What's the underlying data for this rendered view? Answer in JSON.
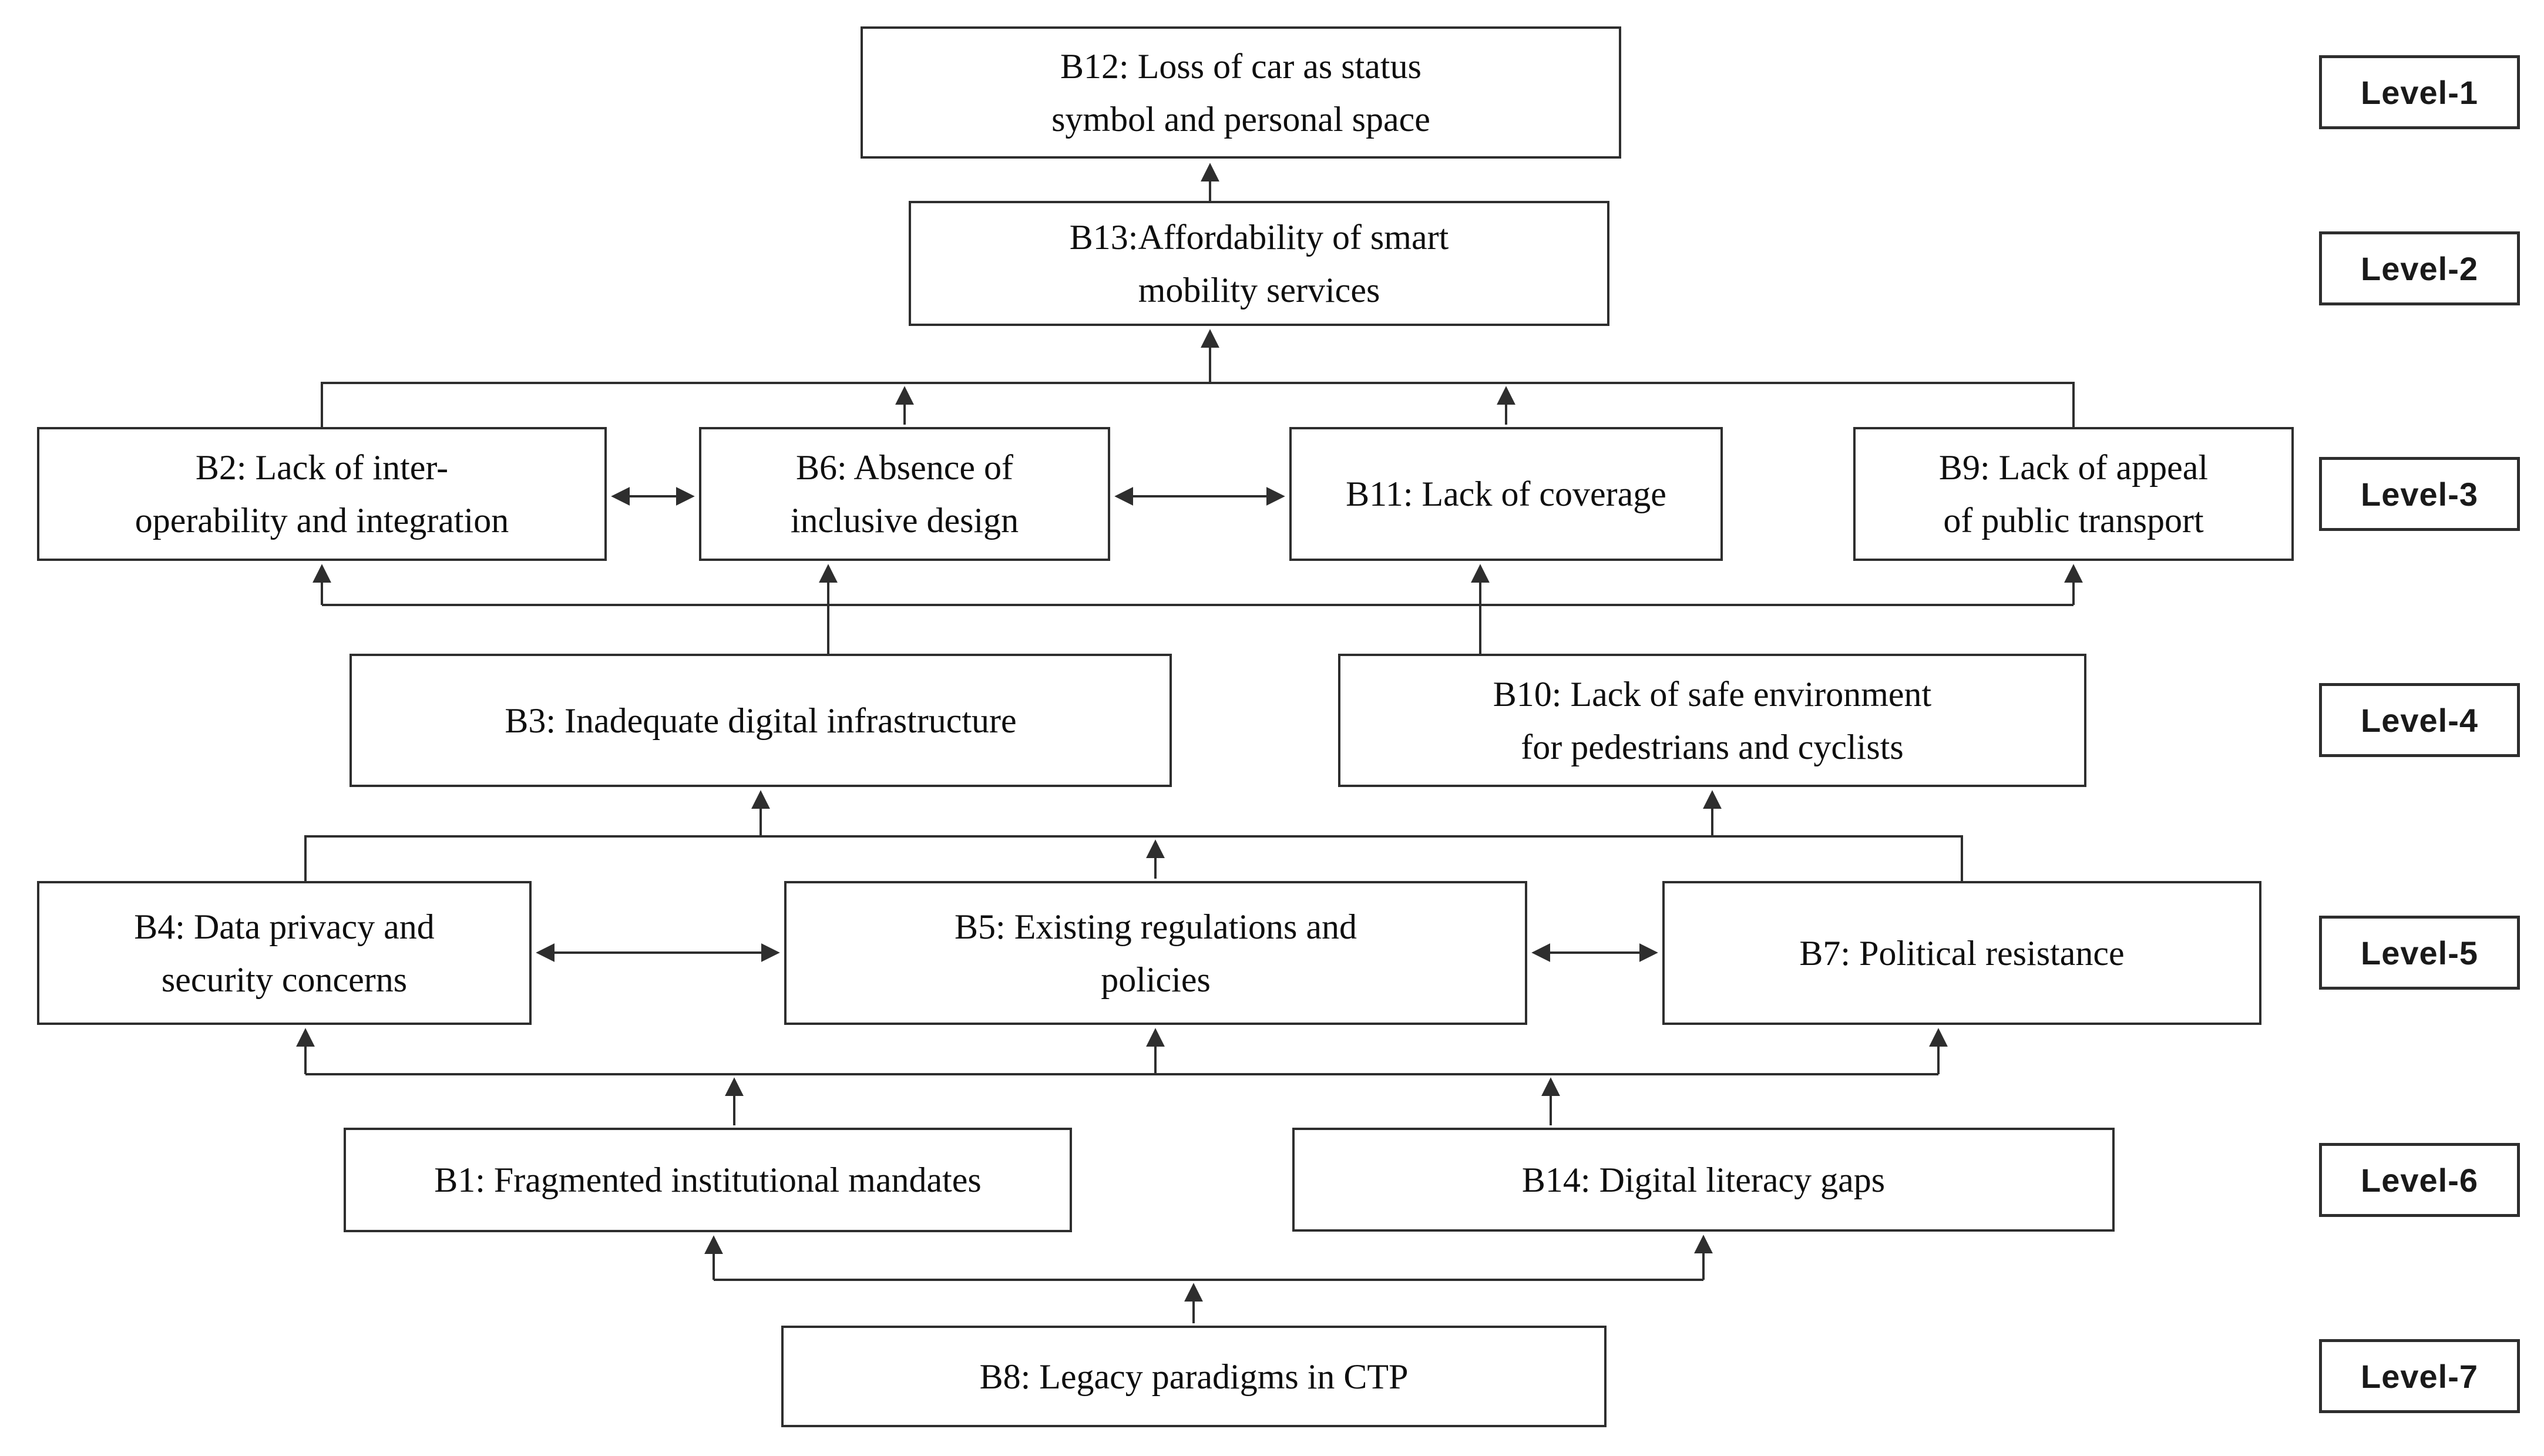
{
  "colors": {
    "background": "#ffffff",
    "ink": "#2e2e2e",
    "text": "#0f0f0f"
  },
  "nodes": {
    "b12": {
      "id": "B12",
      "level": 1,
      "label": "B12: Loss of car as status\nsymbol and personal space"
    },
    "b13": {
      "id": "B13",
      "level": 2,
      "label": "B13:Affordability of smart\nmobility services"
    },
    "b2": {
      "id": "B2",
      "level": 3,
      "label": "B2: Lack of inter-\noperability and integration"
    },
    "b6": {
      "id": "B6",
      "level": 3,
      "label": "B6: Absence of\ninclusive design"
    },
    "b11": {
      "id": "B11",
      "level": 3,
      "label": "B11: Lack of coverage"
    },
    "b9": {
      "id": "B9",
      "level": 3,
      "label": "B9: Lack of appeal\nof public transport"
    },
    "b3": {
      "id": "B3",
      "level": 4,
      "label": "B3: Inadequate digital infrastructure"
    },
    "b10": {
      "id": "B10",
      "level": 4,
      "label": "B10: Lack of safe environment\nfor pedestrians and cyclists"
    },
    "b4": {
      "id": "B4",
      "level": 5,
      "label": "B4: Data privacy and\nsecurity concerns"
    },
    "b5": {
      "id": "B5",
      "level": 5,
      "label": "B5: Existing regulations and\npolicies"
    },
    "b7": {
      "id": "B7",
      "level": 5,
      "label": "B7: Political resistance"
    },
    "b1": {
      "id": "B1",
      "level": 6,
      "label": "B1: Fragmented institutional mandates"
    },
    "b14": {
      "id": "B14",
      "level": 6,
      "label": "B14: Digital literacy gaps"
    },
    "b8": {
      "id": "B8",
      "level": 7,
      "label": "B8: Legacy paradigms in CTP"
    }
  },
  "levels": [
    {
      "label": "Level-1"
    },
    {
      "label": "Level-2"
    },
    {
      "label": "Level-3"
    },
    {
      "label": "Level-4"
    },
    {
      "label": "Level-5"
    },
    {
      "label": "Level-6"
    },
    {
      "label": "Level-7"
    }
  ],
  "edges": [
    {
      "type": "arrow",
      "from": [
        "B13"
      ],
      "to": [
        "B12"
      ]
    },
    {
      "type": "bus-arrow",
      "from": [
        "B2",
        "B6",
        "B11",
        "B9"
      ],
      "to": [
        "B13"
      ]
    },
    {
      "type": "bus-arrow",
      "from": [
        "B3",
        "B10"
      ],
      "to": [
        "B2",
        "B6",
        "B11",
        "B9"
      ]
    },
    {
      "type": "bus-arrow",
      "from": [
        "B4",
        "B5",
        "B7"
      ],
      "to": [
        "B3",
        "B10"
      ]
    },
    {
      "type": "bus-arrow",
      "from": [
        "B1",
        "B14"
      ],
      "to": [
        "B4",
        "B5",
        "B7"
      ]
    },
    {
      "type": "bus-arrow",
      "from": [
        "B8"
      ],
      "to": [
        "B1",
        "B14"
      ]
    },
    {
      "type": "bidirectional",
      "between": [
        "B2",
        "B6"
      ]
    },
    {
      "type": "bidirectional",
      "between": [
        "B6",
        "B11"
      ]
    },
    {
      "type": "bidirectional",
      "between": [
        "B4",
        "B5"
      ]
    },
    {
      "type": "bidirectional",
      "between": [
        "B5",
        "B7"
      ]
    }
  ]
}
